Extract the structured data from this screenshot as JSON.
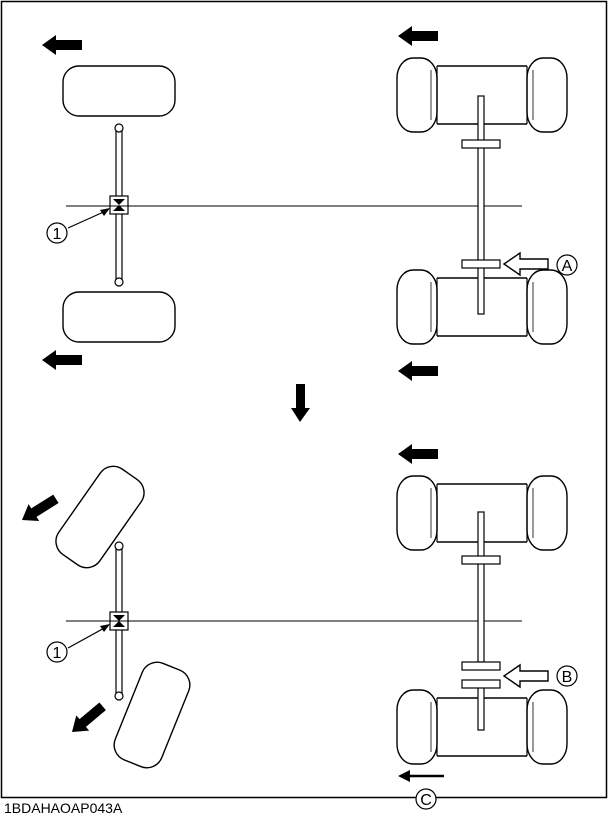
{
  "figure_code": "1BDAHAOAP043A",
  "callouts": {
    "part_1": "1",
    "a": "A",
    "b": "B",
    "c": "C"
  },
  "colors": {
    "ink": "#000000",
    "paper": "#ffffff",
    "frame": "#000000"
  },
  "panels": [
    {
      "name": "top",
      "front_wheels": "straight",
      "callout_at_rear_shaft": "A"
    },
    {
      "name": "bottom",
      "front_wheels": "turned",
      "callout_at_rear_shaft": "B",
      "callout_at_rear_bottom_arrow": "C"
    }
  ],
  "icons": [
    "black-arrow-icon",
    "hollow-arrow-icon",
    "circled-number-icon",
    "circled-letter-icon"
  ]
}
